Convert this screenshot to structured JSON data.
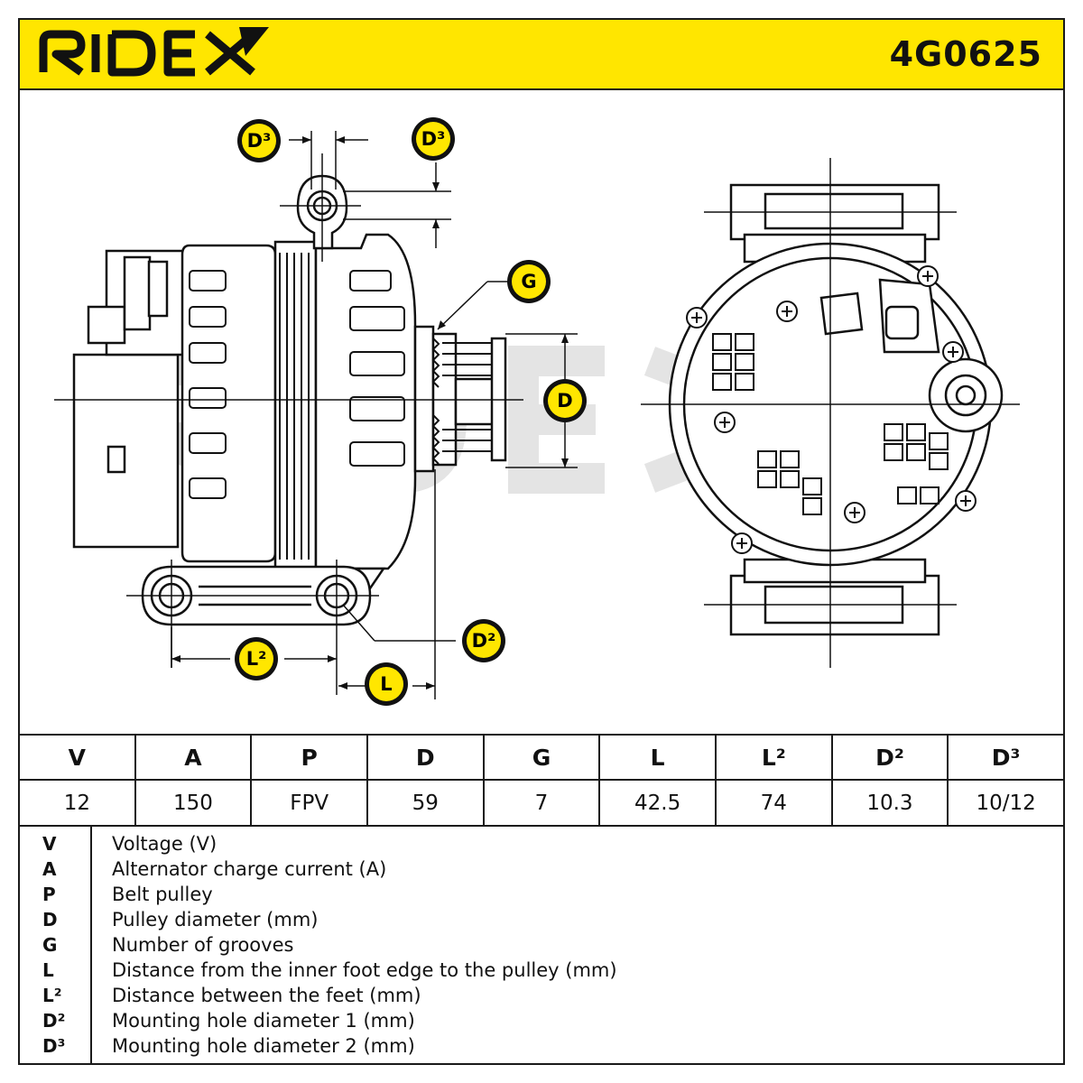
{
  "header": {
    "brand": "RIDEX",
    "part_number": "4G0625",
    "accent_color": "#ffe600"
  },
  "labels": {
    "d3": "D³",
    "g": "G",
    "d": "D",
    "d2": "D²",
    "l2": "L²",
    "l": "L"
  },
  "table": {
    "headers": [
      "V",
      "A",
      "P",
      "D",
      "G",
      "L",
      "L²",
      "D²",
      "D³"
    ],
    "values": [
      "12",
      "150",
      "FPV",
      "59",
      "7",
      "42.5",
      "74",
      "10.3",
      "10/12"
    ]
  },
  "legend": [
    {
      "key": "V",
      "desc": "Voltage (V)"
    },
    {
      "key": "A",
      "desc": "Alternator charge current (A)"
    },
    {
      "key": "P",
      "desc": "Belt pulley"
    },
    {
      "key": "D",
      "desc": "Pulley diameter (mm)"
    },
    {
      "key": "G",
      "desc": "Number of grooves"
    },
    {
      "key": "L",
      "desc": "Distance from the inner foot edge to the pulley (mm)"
    },
    {
      "key": "L²",
      "desc": "Distance between the feet (mm)"
    },
    {
      "key": "D²",
      "desc": "Mounting hole diameter 1 (mm)"
    },
    {
      "key": "D³",
      "desc": "Mounting hole diameter 2 (mm)"
    }
  ]
}
